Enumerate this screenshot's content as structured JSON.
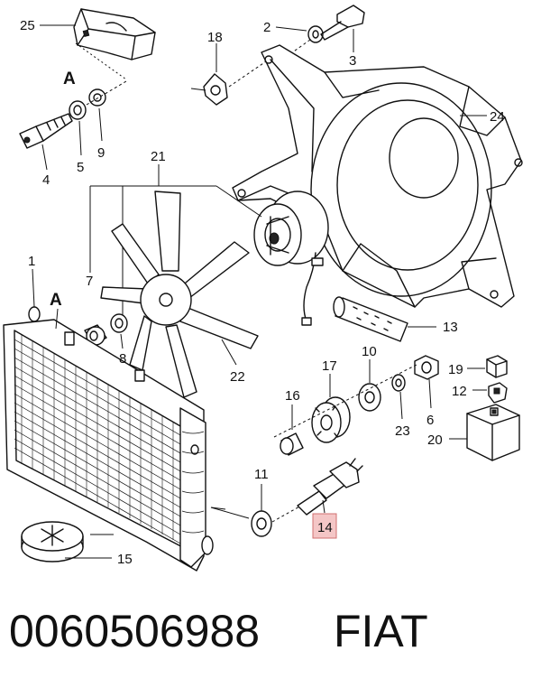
{
  "callouts": {
    "c1": "1",
    "c2": "2",
    "c3": "3",
    "c4": "4",
    "c5": "5",
    "c6": "6",
    "c7": "7",
    "c8": "8",
    "c9": "9",
    "c10": "10",
    "c11": "11",
    "c12": "12",
    "c13": "13",
    "c14": "14",
    "c15": "15",
    "c16": "16",
    "c17": "17",
    "c18": "18",
    "c19": "19",
    "c20": "20",
    "c21": "21",
    "c22": "22",
    "c23": "23",
    "c24": "24",
    "c25": "25"
  },
  "view_markers": {
    "top": "A",
    "radiator": "A"
  },
  "highlight_color": "#f4c6c6",
  "footer": {
    "part_number": "0060506988",
    "brand": "FIAT"
  }
}
